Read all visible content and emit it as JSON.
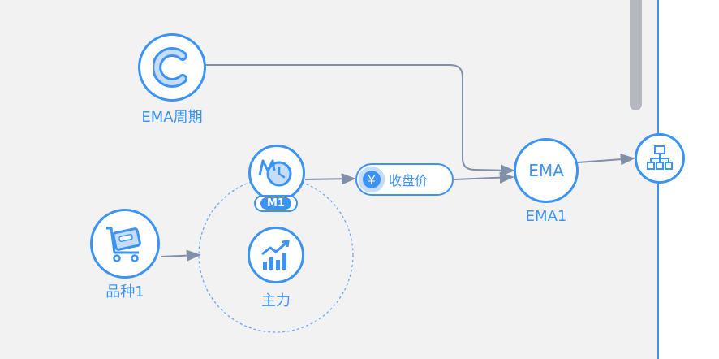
{
  "nodes": {
    "ema_period": {
      "label": "EMA周期",
      "icon": "c-letter-icon"
    },
    "variety": {
      "label": "品种1",
      "icon": "cart-icon"
    },
    "cycle": {
      "badge": "M1",
      "icon": "clock-icon"
    },
    "main_contract": {
      "label": "主力",
      "icon": "trend-chart-icon"
    },
    "close_price": {
      "label": "收盘价",
      "icon_symbol": "¥"
    },
    "ema": {
      "text": "EMA",
      "label": "EMA1"
    },
    "output": {
      "icon": "network-icon"
    }
  },
  "colors": {
    "accent": "#3b93f5",
    "wire": "#8190a8",
    "canvas": "#f2f2f3"
  }
}
